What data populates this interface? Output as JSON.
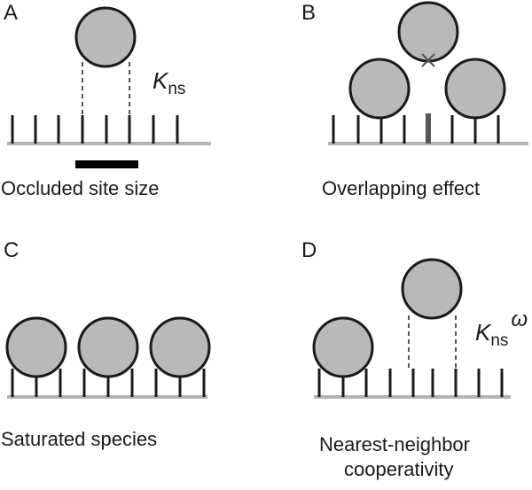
{
  "panels": {
    "a": {
      "letter": "A",
      "caption": "Occluded site size",
      "k_label": "K",
      "k_subscript": "ns"
    },
    "b": {
      "letter": "B",
      "caption": "Overlapping effect"
    },
    "c": {
      "letter": "C",
      "caption": "Saturated species"
    },
    "d": {
      "letter": "D",
      "caption_line1": "Nearest-neighbor",
      "caption_line2": "cooperativity",
      "k_label": "K",
      "k_subscript": "ns",
      "k_superscript": "ω"
    }
  },
  "colors": {
    "ligand_fill": "#b9b9b9",
    "outline": "#1a1a1a",
    "lattice_line": "#b3b3b3",
    "blocked_site": "#555555"
  },
  "icons": {
    "ligand": "ligand-circle",
    "site": "binding-site-tick",
    "blocked": "cross-mark-icon"
  }
}
